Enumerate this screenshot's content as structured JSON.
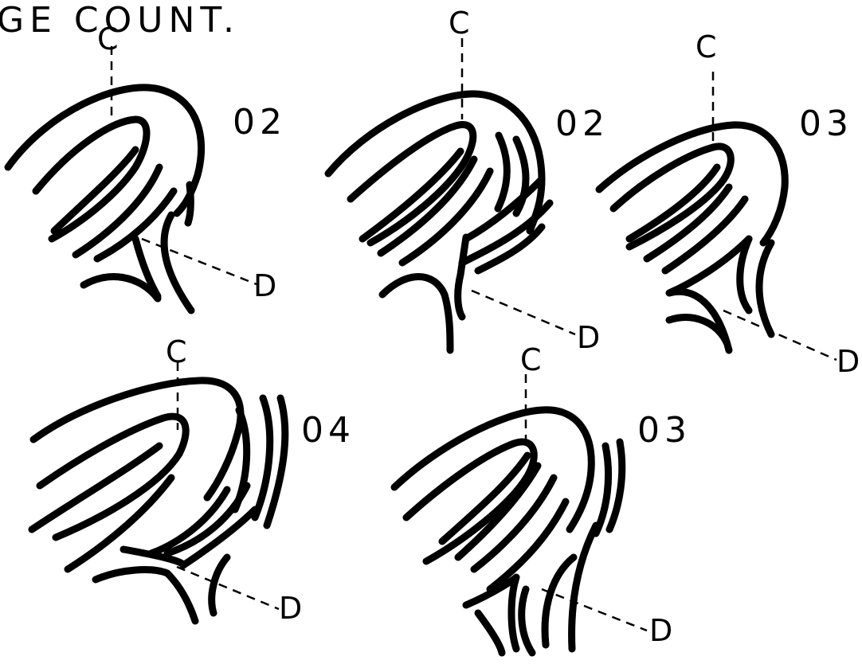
{
  "title": "GE COUNT.",
  "core_label": "C",
  "delta_label": "D",
  "diagrams": [
    {
      "count": "02"
    },
    {
      "count": "02"
    },
    {
      "count": "03"
    },
    {
      "count": "04"
    },
    {
      "count": "03"
    }
  ]
}
